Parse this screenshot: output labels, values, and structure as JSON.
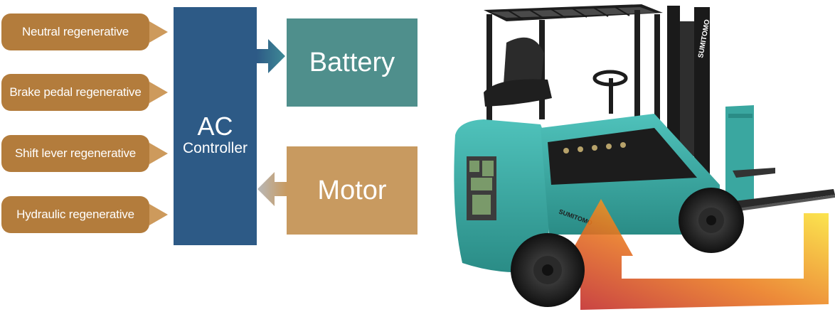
{
  "regen_modes": [
    {
      "label": "Neutral regenerative"
    },
    {
      "label": "Brake pedal regenerative"
    },
    {
      "label": "Shift lever regenerative"
    },
    {
      "label": "Hydraulic regenerative"
    }
  ],
  "controller": {
    "line1": "AC",
    "line2": "Controller"
  },
  "battery": {
    "label": "Battery"
  },
  "motor": {
    "label": "Motor"
  },
  "forklift": {
    "brand_mast": "SUMITOMO",
    "brand_body": "SUMITOMO"
  },
  "colors": {
    "regen_box": "#b37c3c",
    "regen_arrow": "#cd9a5c",
    "controller": "#2d5a86",
    "battery": "#4f8f8c",
    "motor": "#c89a60",
    "flow_arrow": "#2f6f8a",
    "forklift_body": "#3aa7a0"
  }
}
